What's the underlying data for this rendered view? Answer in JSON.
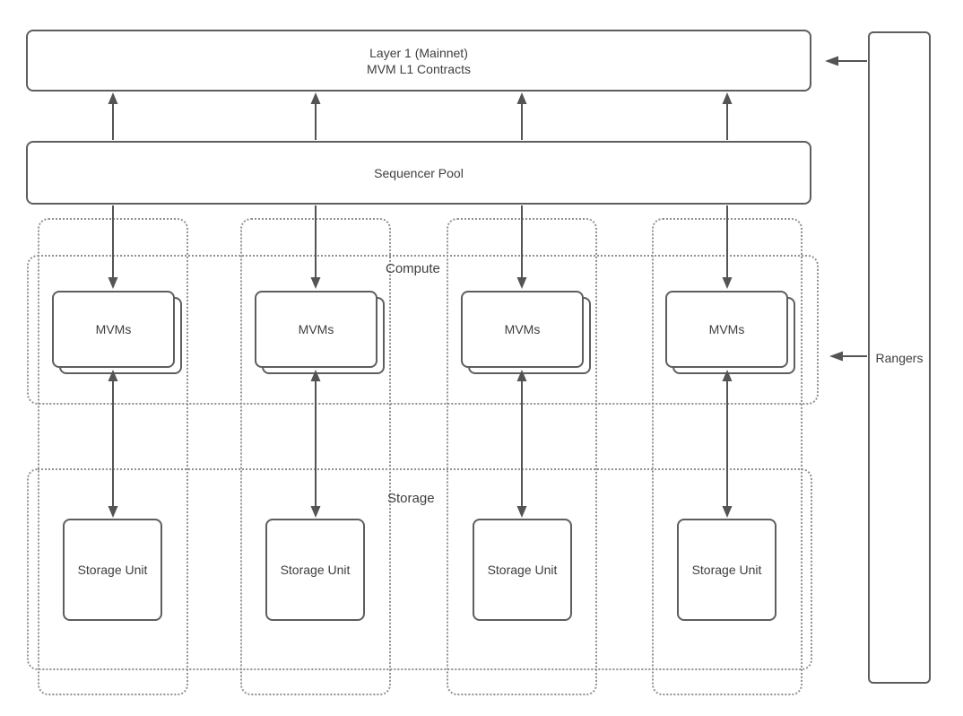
{
  "layer1": {
    "line1": "Layer 1 (Mainnet)",
    "line2": "MVM L1 Contracts"
  },
  "sequencer": {
    "label": "Sequencer Pool"
  },
  "rangers": {
    "label": "Rangers"
  },
  "zones": {
    "compute": "Compute",
    "storage": "Storage"
  },
  "columns": [
    {
      "mvm": "MVMs",
      "storage_unit": "Storage Unit"
    },
    {
      "mvm": "MVMs",
      "storage_unit": "Storage Unit"
    },
    {
      "mvm": "MVMs",
      "storage_unit": "Storage Unit"
    },
    {
      "mvm": "MVMs",
      "storage_unit": "Storage Unit"
    }
  ],
  "colors": {
    "solid_stroke": "#5e5e5e",
    "dotted_stroke": "#919191",
    "arrow": "#545454",
    "text": "#3e3e3e",
    "background": "#ffffff"
  }
}
